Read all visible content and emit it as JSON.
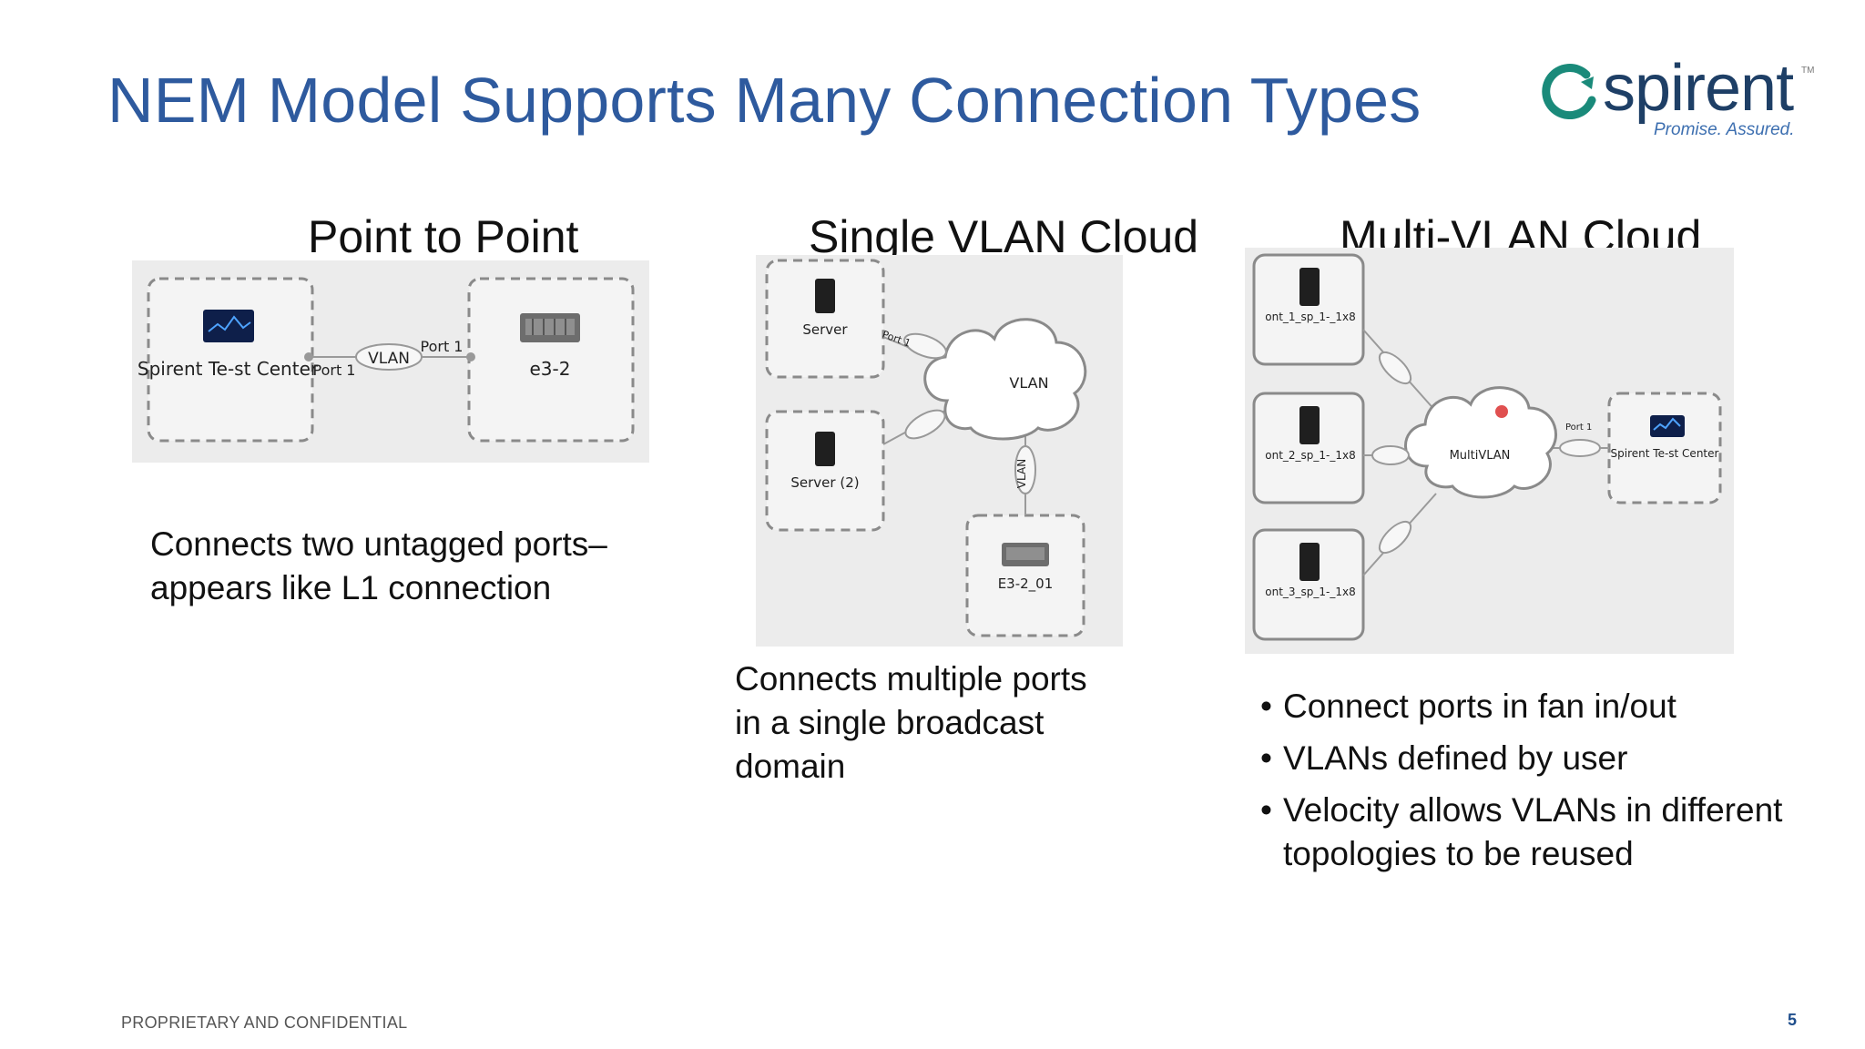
{
  "slide": {
    "title": "NEM Model Supports Many Connection Types",
    "footer": "PROPRIETARY AND CONFIDENTIAL",
    "page_number": "5"
  },
  "logo": {
    "name": "spirent",
    "tagline": "Promise. Assured.",
    "tm": "TM"
  },
  "columns": {
    "p2p": {
      "heading": "Point to Point",
      "description": "Connects two untagged ports– appears like L1 connection",
      "diagram": {
        "node_a": "Spirent Te-st Center",
        "node_b": "e3-2",
        "port_a": "Port 1",
        "port_b": "Port 1",
        "link": "VLAN"
      }
    },
    "single": {
      "heading": "Single VLAN Cloud",
      "description": "Connects multiple ports in a single broadcast domain",
      "diagram": {
        "server1": "Server",
        "server2": "Server (2)",
        "cloud": "VLAN",
        "device": "E3-2_01",
        "port": "Port 1",
        "link": "VLAN"
      }
    },
    "multi": {
      "heading": "Multi-VLAN Cloud",
      "bullets": [
        "Connect ports in fan in/out",
        "VLANs defined by user",
        "Velocity allows VLANs in different topologies to be reused"
      ],
      "diagram": {
        "ont1": "ont_1_sp_1-_1x8",
        "ont2": "ont_2_sp_1-_1x8",
        "ont3": "ont_3_sp_1-_1x8",
        "cloud": "MultiVLAN",
        "stc": "Spirent Te-st Center",
        "port": "Port 1"
      }
    }
  },
  "colors": {
    "title": "#2e5a9e",
    "logo": "#1e3f66",
    "logo_accent": "#1a8a7a",
    "page_number": "#1f4e8c"
  }
}
